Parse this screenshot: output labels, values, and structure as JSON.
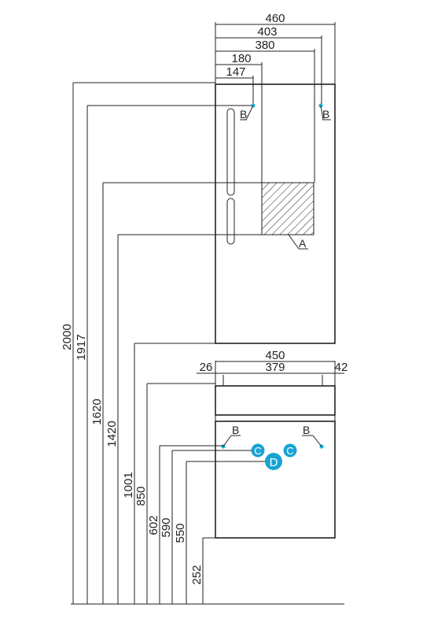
{
  "dimensions": {
    "upper_widths": [
      "460",
      "403",
      "380",
      "180",
      "147"
    ],
    "lower_widths": [
      "450",
      "379",
      "26",
      "42"
    ],
    "heights": [
      "2000",
      "1917",
      "1620",
      "1420",
      "1001",
      "850",
      "602",
      "590",
      "550",
      "252"
    ]
  },
  "labels": {
    "a": "A",
    "b": "B",
    "c": "C",
    "d": "D"
  },
  "colors": {
    "line": "#222222",
    "marker": "#1aa3d4",
    "point": "#19b5e6"
  }
}
